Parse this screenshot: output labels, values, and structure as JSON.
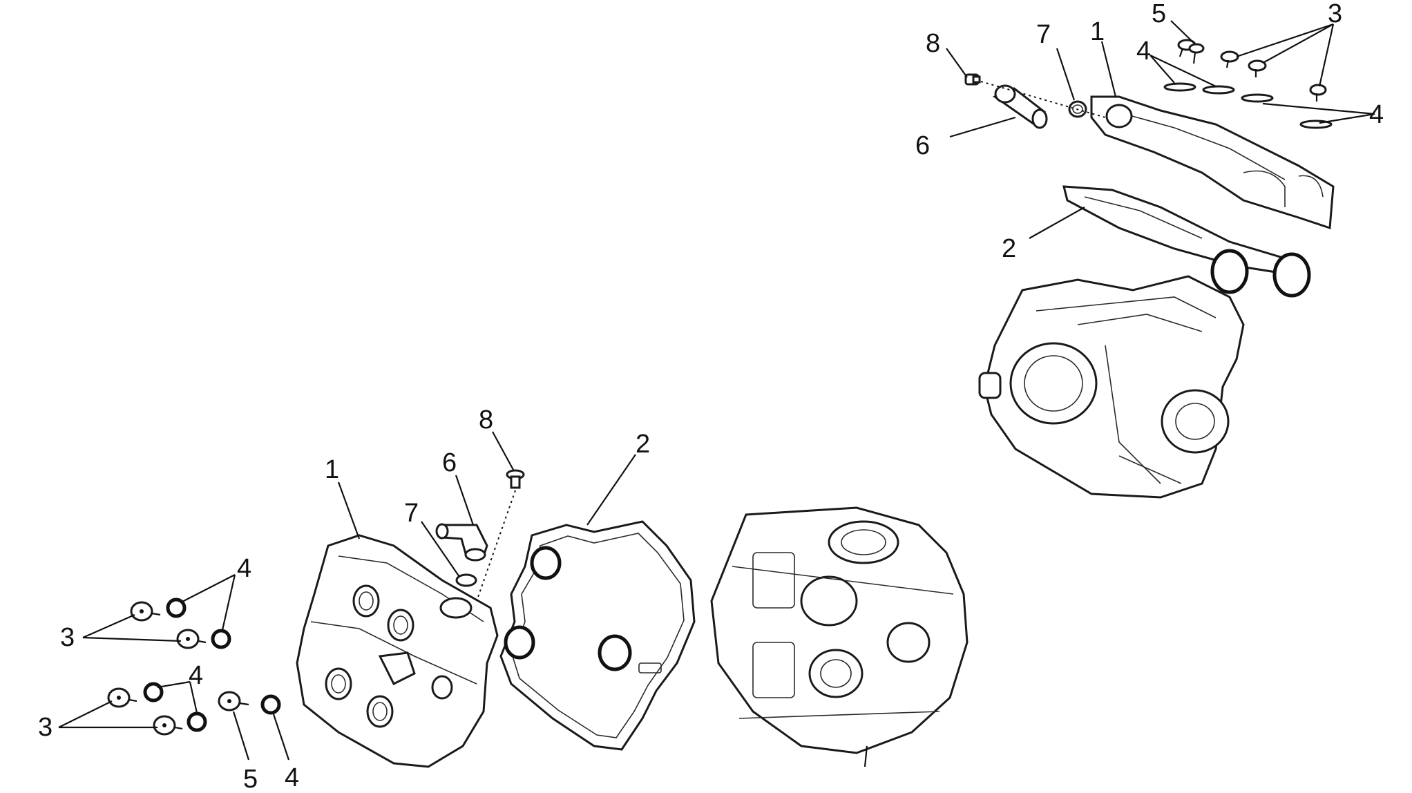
{
  "callouts": [
    {
      "id": "c-rear-8",
      "text": "8"
    },
    {
      "id": "c-rear-7",
      "text": "7"
    },
    {
      "id": "c-rear-1",
      "text": "1"
    },
    {
      "id": "c-rear-5",
      "text": "5"
    },
    {
      "id": "c-rear-3",
      "text": "3"
    },
    {
      "id": "c-rear-4a",
      "text": "4"
    },
    {
      "id": "c-rear-4b",
      "text": "4"
    },
    {
      "id": "c-rear-6",
      "text": "6"
    },
    {
      "id": "c-rear-2",
      "text": "2"
    },
    {
      "id": "c-front-8",
      "text": "8"
    },
    {
      "id": "c-front-6",
      "text": "6"
    },
    {
      "id": "c-front-2",
      "text": "2"
    },
    {
      "id": "c-front-1",
      "text": "1"
    },
    {
      "id": "c-front-7",
      "text": "7"
    },
    {
      "id": "c-front-4a",
      "text": "4"
    },
    {
      "id": "c-front-3a",
      "text": "3"
    },
    {
      "id": "c-front-4b",
      "text": "4"
    },
    {
      "id": "c-front-3b",
      "text": "3"
    },
    {
      "id": "c-front-5",
      "text": "5"
    },
    {
      "id": "c-front-4c",
      "text": "4"
    }
  ]
}
